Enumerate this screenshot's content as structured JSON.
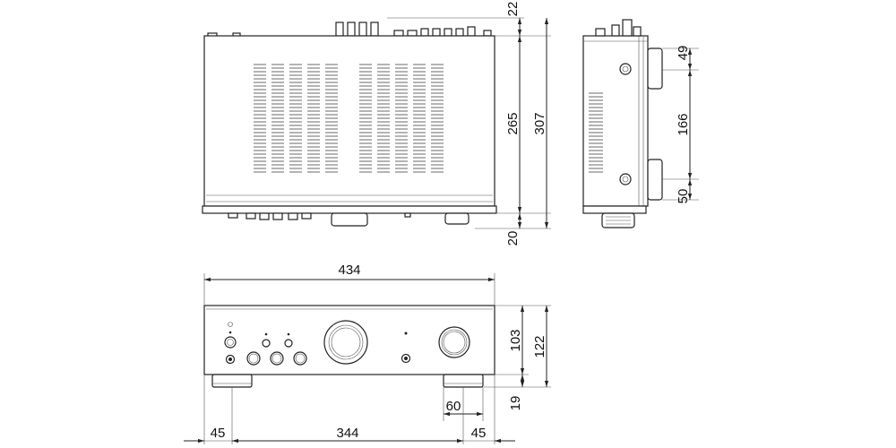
{
  "dimensions": {
    "top_rear_protrusion": "22",
    "top_depth": "265",
    "total_depth": "307",
    "top_front_protrusion": "20",
    "side_upper_foot": "49",
    "side_foot_spacing": "166",
    "side_lower_foot": "50",
    "front_width": "434",
    "front_body_height": "103",
    "front_total_height": "122",
    "foot_height": "19",
    "foot_width": "60",
    "left_margin": "45",
    "foot_spacing": "344",
    "right_margin": "45"
  }
}
